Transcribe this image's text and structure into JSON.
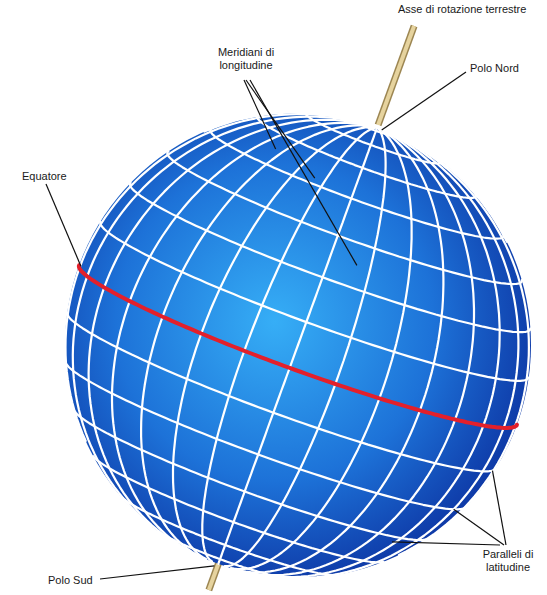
{
  "diagram": {
    "labels": [
      "Asse di rotazione terrestre",
      "Meridiani di longitudine",
      "Polo Nord",
      "Equatore",
      "Paralleli di latitudine",
      "Polo Sud"
    ]
  }
}
